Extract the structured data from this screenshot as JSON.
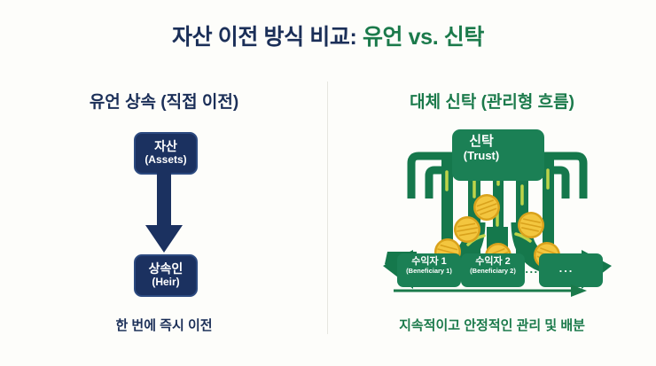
{
  "colors": {
    "background": "#fdfdfa",
    "navy": "#1b3160",
    "navy_text": "#1b2f58",
    "green": "#1b7a4b",
    "green_dark": "#16704a",
    "green_pipe": "#15784c",
    "coin_gold": "#f2c33c",
    "coin_gold_dark": "#d9a21c",
    "divider": "#e6e6e0",
    "white": "#ffffff"
  },
  "title": {
    "part_navy": "자산 이전 방식 비교:",
    "part_green": "유언 vs. 신탁"
  },
  "left_column": {
    "heading": "유언 상속 (직접 이전)",
    "nodes": [
      {
        "kr": "자산",
        "en": "(Assets)"
      },
      {
        "kr": "상속인",
        "en": "(Heir)"
      }
    ],
    "arrow": "down-arrow",
    "footer": "한 번에 즉시 이전"
  },
  "right_column": {
    "heading": "대체 신탁 (관리형 흐름)",
    "trust": {
      "kr": "신탁",
      "en": "(Trust)"
    },
    "beneficiaries": [
      {
        "kr": "수익자 1",
        "en": "(Beneficiary 1)"
      },
      {
        "kr": "수익자 2",
        "en": "(Beneficiary 2)"
      },
      {
        "kr": "...",
        "en": ""
      }
    ],
    "separator_dots": "...",
    "flow_arrow": "right-arrow",
    "coin_count": 6,
    "footer": "지속적이고 안정적인 관리 및 배분"
  }
}
